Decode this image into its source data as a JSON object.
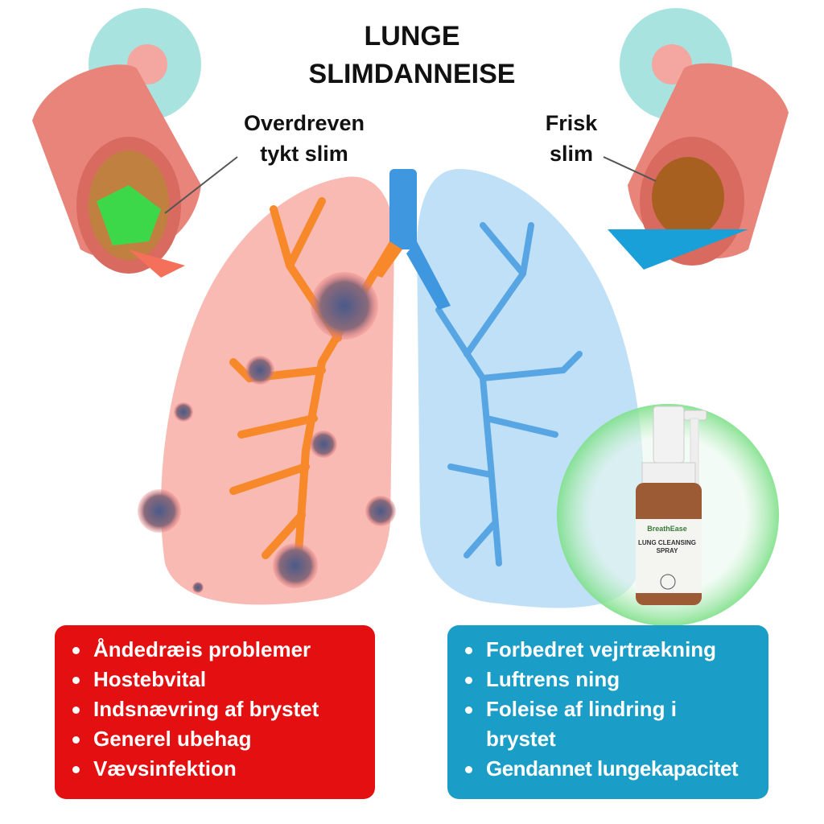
{
  "title": {
    "line1": "LUNGE",
    "line2": "SLIMDANNEISE"
  },
  "labels": {
    "left": {
      "line1": "Overdreven",
      "line2": "tykt slim"
    },
    "right": {
      "line1": "Frisk",
      "line2": "slim"
    }
  },
  "product": {
    "brand": "BreathEase",
    "name": "LUNG CLEANSING SPRAY"
  },
  "symptoms": [
    "Åndedræis problemer",
    "Hostebvital",
    "Indsnævring af brystet",
    "Generel ubehag",
    "Vævsinfektion"
  ],
  "benefits": [
    "Forbedret vejrtrækning",
    "Luftrens ning",
    "Foleise af lindring i brystet",
    "Gendannet lungekapacitet"
  ],
  "colors": {
    "red": "#e30f10",
    "blue": "#1a9dc6",
    "lung_left": "#f7a9a0",
    "lung_right": "#a9d6f3",
    "airway_left": "#f7892a",
    "airway_right": "#3f97e0"
  }
}
